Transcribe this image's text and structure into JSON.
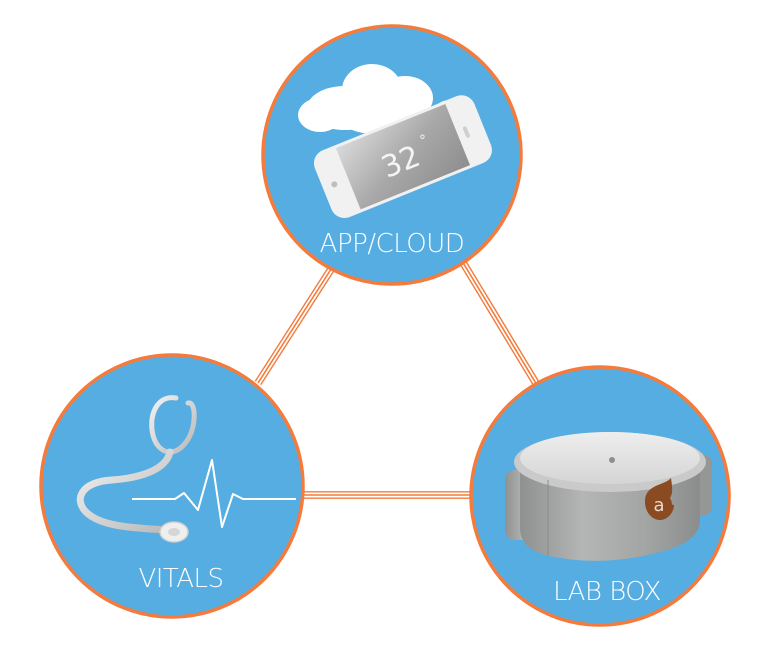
{
  "diagram": {
    "colors": {
      "circle_fill": "#56ade2",
      "circle_stroke": "#f47b3b",
      "connector": "#f47b3b",
      "background": "#ffffff",
      "label": "#ffffff",
      "cloud": "#ffffff",
      "device_body": "#a8aaa9",
      "device_top": "#e6e7e6",
      "logo": "#8a4a22"
    },
    "nodes": [
      {
        "id": "app-cloud",
        "label": "APP/CLOUD",
        "icon": "phone-cloud-icon"
      },
      {
        "id": "vitals",
        "label": "VITALS",
        "icon": "stethoscope-heartbeat-icon"
      },
      {
        "id": "lab-box",
        "label": "LAB BOX",
        "icon": "lab-box-device-icon"
      }
    ],
    "phone_screen": {
      "temperature": "32",
      "degree_symbol": "°"
    },
    "logo_letter": "a",
    "connections": [
      {
        "from": "app-cloud",
        "to": "vitals",
        "style": "triple-line"
      },
      {
        "from": "app-cloud",
        "to": "lab-box",
        "style": "triple-line"
      },
      {
        "from": "vitals",
        "to": "lab-box",
        "style": "triple-line"
      }
    ]
  }
}
